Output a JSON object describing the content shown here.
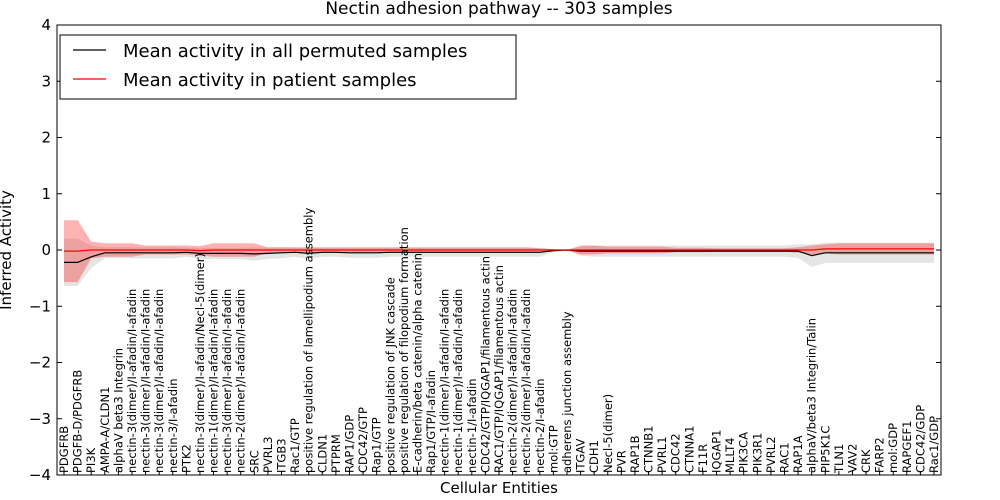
{
  "chart_data": {
    "type": "line",
    "title": "Nectin adhesion pathway -- 303 samples",
    "xlabel": "Cellular Entities",
    "ylabel": "Inferred Activity",
    "ylim": [
      -4,
      4
    ],
    "yticks": [
      "4",
      "3",
      "2",
      "1",
      "0",
      "−1",
      "−2",
      "−3",
      "−4"
    ],
    "legend_position": "top-left",
    "categories": [
      "PDGFRB",
      "PDGFB-D/PDGFRB",
      "PI3K",
      "AMPA-A/CLDN1",
      "alphaV beta3 Integrin",
      "nectin-3(dimer)/I-afadin/I-afadin",
      "nectin-3(dimer)/I-afadin/I-afadin",
      "nectin-3(dimer)/I-afadin/I-afadin",
      "nectin-3/I-afadin",
      "PTK2",
      "nectin-3(dimer)/I-afadin/Necl-5(dimer)",
      "nectin-1(dimer)/I-afadin/I-afadin",
      "nectin-3(dimer)/I-afadin/I-afadin",
      "nectin-2(dimer)/I-afadin/I-afadin",
      "SRC",
      "PVRL3",
      "ITGB3",
      "Rac1/GTP",
      "positive regulation of lamellipodium assembly",
      "CLDN1",
      "PTPRM",
      "RAP1/GDP",
      "CDC42/GTP",
      "Rap1/GTP",
      "positive regulation of JNK cascade",
      "positive regulation of filopodium formation",
      "E-cadherin/beta catenin/alpha catenin",
      "Rap1/GTP/I-afadin",
      "nectin-1(dimer)/I-afadin/I-afadin",
      "nectin-1(dimer)/I-afadin/I-afadin",
      "nectin-1/I-afadin",
      "CDC42/GTP/IQGAP1/filamentous actin",
      "RAC1/GTP/IQGAP1/filamentous actin",
      "nectin-2(dimer)/I-afadin/I-afadin",
      "nectin-2(dimer)/I-afadin/I-afadin",
      "nectin-2/I-afadin",
      "mol:GTP",
      "adherens junction assembly",
      "ITGAV",
      "CDH1",
      "Necl-5(dimer)",
      "PVR",
      "RAP1B",
      "CTNNB1",
      "PVRL1",
      "CDC42",
      "CTNNA1",
      "F11R",
      "IQGAP1",
      "MLLT4",
      "PIK3CA",
      "PIK3R1",
      "PVRL2",
      "RAC1",
      "RAP1A",
      "alphaV/beta3 Integrin/Talin",
      "PIP5K1C",
      "TLN1",
      "VAV2",
      "CRK",
      "FARP2",
      "mol:GDP",
      "RAPGEF1",
      "CDC42/GDP",
      "Rac1/GDP"
    ],
    "series": [
      {
        "name": "Mean activity in all permuted samples",
        "color": "#000000",
        "values": [
          -0.22,
          -0.22,
          -0.12,
          -0.05,
          -0.05,
          -0.05,
          -0.05,
          -0.05,
          -0.05,
          -0.04,
          -0.06,
          -0.06,
          -0.06,
          -0.06,
          -0.07,
          -0.06,
          -0.05,
          -0.04,
          -0.06,
          -0.04,
          -0.04,
          -0.05,
          -0.05,
          -0.05,
          -0.04,
          -0.04,
          -0.04,
          -0.04,
          -0.04,
          -0.04,
          -0.04,
          -0.04,
          -0.04,
          -0.04,
          -0.04,
          -0.04,
          -0.01,
          0.0,
          -0.02,
          -0.02,
          -0.02,
          -0.02,
          -0.02,
          -0.02,
          -0.02,
          -0.02,
          -0.02,
          -0.02,
          -0.02,
          -0.02,
          -0.02,
          -0.02,
          -0.02,
          -0.02,
          -0.02,
          -0.1,
          -0.05,
          -0.05,
          -0.05,
          -0.05,
          -0.05,
          -0.05,
          -0.05,
          -0.05,
          -0.05
        ],
        "band": [
          0.42,
          0.42,
          0.2,
          0.1,
          0.1,
          0.1,
          0.1,
          0.1,
          0.1,
          0.08,
          0.1,
          0.1,
          0.1,
          0.1,
          0.12,
          0.1,
          0.1,
          0.08,
          0.1,
          0.08,
          0.08,
          0.09,
          0.09,
          0.09,
          0.08,
          0.08,
          0.08,
          0.08,
          0.08,
          0.08,
          0.08,
          0.08,
          0.08,
          0.08,
          0.08,
          0.08,
          0.03,
          0.01,
          0.08,
          0.1,
          0.1,
          0.1,
          0.1,
          0.1,
          0.1,
          0.1,
          0.1,
          0.1,
          0.1,
          0.1,
          0.1,
          0.1,
          0.1,
          0.1,
          0.12,
          0.2,
          0.18,
          0.18,
          0.18,
          0.18,
          0.18,
          0.18,
          0.18,
          0.18,
          0.18
        ]
      },
      {
        "name": "Mean activity in patient samples",
        "color": "#ff0000",
        "values": [
          -0.02,
          -0.02,
          0.0,
          0.0,
          0.0,
          0.0,
          0.0,
          0.0,
          0.0,
          0.0,
          -0.01,
          0.0,
          0.0,
          0.0,
          0.0,
          0.0,
          0.0,
          0.0,
          0.0,
          0.0,
          0.0,
          0.0,
          0.0,
          0.0,
          0.0,
          0.0,
          0.0,
          0.0,
          0.0,
          0.0,
          0.0,
          0.0,
          0.0,
          0.0,
          0.0,
          0.0,
          0.0,
          0.0,
          0.0,
          0.0,
          0.0,
          0.0,
          0.0,
          0.0,
          0.0,
          0.0,
          0.0,
          0.0,
          0.0,
          0.0,
          0.0,
          0.0,
          0.0,
          0.0,
          0.0,
          0.0,
          0.02,
          0.02,
          0.02,
          0.02,
          0.02,
          0.02,
          0.02,
          0.02,
          0.02
        ],
        "band": [
          0.55,
          0.55,
          0.15,
          0.12,
          0.12,
          0.12,
          0.08,
          0.08,
          0.08,
          0.08,
          0.08,
          0.12,
          0.12,
          0.12,
          0.12,
          0.05,
          0.05,
          0.05,
          0.05,
          0.05,
          0.05,
          0.05,
          0.05,
          0.05,
          0.05,
          0.05,
          0.05,
          0.05,
          0.05,
          0.05,
          0.05,
          0.05,
          0.05,
          0.05,
          0.05,
          0.03,
          0.01,
          0.0,
          0.08,
          0.08,
          0.06,
          0.06,
          0.06,
          0.06,
          0.06,
          0.04,
          0.04,
          0.04,
          0.03,
          0.03,
          0.03,
          0.03,
          0.03,
          0.03,
          0.05,
          0.08,
          0.08,
          0.1,
          0.1,
          0.1,
          0.1,
          0.1,
          0.1,
          0.1,
          0.1
        ]
      }
    ]
  }
}
